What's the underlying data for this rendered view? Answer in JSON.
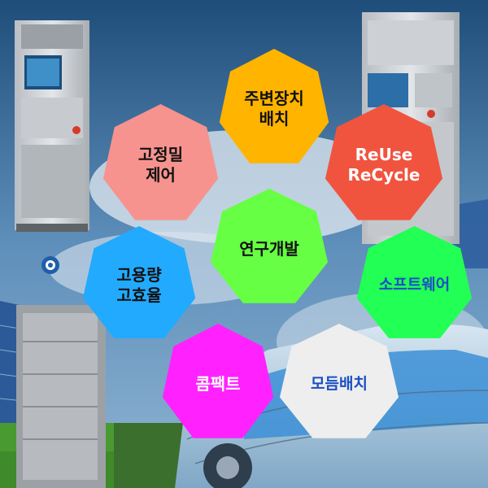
{
  "colors": {
    "sky_top": "#2b5c86",
    "sky_mid": "#6e9dc4",
    "cloud": "#e6edf3",
    "grass": "#3e8e2c",
    "cabinet": "#d6d9dc",
    "cabinet_dark": "#8e9398",
    "solar_panel": "#2f5f9e",
    "car_glass": "#a9c9e0",
    "battery_blue": "#3c8fd6"
  },
  "nodes": [
    {
      "id": "peripheral",
      "label": "주변장치\n배치",
      "fill": "#ffb400",
      "text_color": "#111111"
    },
    {
      "id": "reuse",
      "label": "ReUse\nReCycle",
      "fill": "#f0543f",
      "text_color": "#ffffff"
    },
    {
      "id": "precision",
      "label": "고정밀\n제어",
      "fill": "#f6938e",
      "text_color": "#111111"
    },
    {
      "id": "research",
      "label": "연구개발",
      "fill": "#66ff44",
      "text_color": "#111111"
    },
    {
      "id": "software",
      "label": "소프트웨어",
      "fill": "#22ff55",
      "text_color": "#1a4fc4"
    },
    {
      "id": "capacity",
      "label": "고용량\n고효율",
      "fill": "#22aaff",
      "text_color": "#111111"
    },
    {
      "id": "compact",
      "label": "콤팩트",
      "fill": "#ff22ff",
      "text_color": "#ffffff"
    },
    {
      "id": "modular",
      "label": "모듬배치",
      "fill": "#eeeeee",
      "text_color": "#1a4fc4"
    }
  ]
}
